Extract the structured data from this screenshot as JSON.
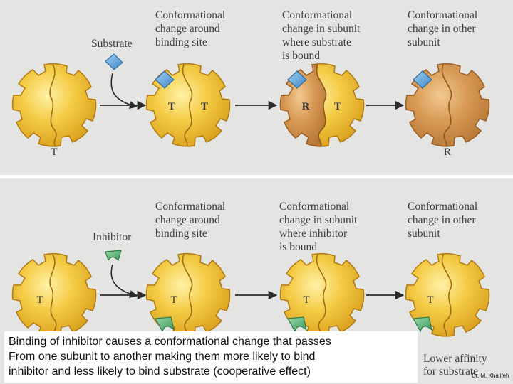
{
  "colors": {
    "panel_bg": "#e4e4e2",
    "subunit_T": "#f0c23a",
    "subunit_R": "#d3904a",
    "substrate": "#5ea5d8",
    "inhibitor": "#5cb177",
    "arrow": "#2b2b2b"
  },
  "top_row": {
    "substrate_label": "Substrate",
    "stage1_lines": [
      "Conformational",
      "change around",
      "binding site"
    ],
    "stage2_lines": [
      "Conformational",
      "change in subunit",
      "where substrate",
      "is bound"
    ],
    "stage3_lines": [
      "Conformational",
      "change in other",
      "subunit"
    ],
    "enzyme1_state": "T",
    "enzyme2_left": "T",
    "enzyme2_right": "T",
    "enzyme3_left": "R",
    "enzyme3_right": "T",
    "enzyme4_state": "R"
  },
  "bottom_row": {
    "inhibitor_label": "Inhibitor",
    "stage1_lines": [
      "Conformational",
      "change around",
      "binding site"
    ],
    "stage2_lines": [
      "Conformational",
      "change in subunit",
      "where inhibitor",
      "is bound"
    ],
    "stage3_lines": [
      "Conformational",
      "change in other",
      "subunit"
    ],
    "enzyme1_state": "T",
    "enzyme2_state": "T",
    "enzyme3_state": "T",
    "enzyme4_state": "T",
    "affinity_lines": [
      "Lower affinity",
      "for substrate"
    ]
  },
  "caption_lines": [
    "Binding of inhibitor causes a conformational change that passes",
    "From one subunit to another making them more likely to bind",
    "inhibitor and less likely to bind substrate (cooperative effect)"
  ],
  "credit": "Dr. M. Khalifeh"
}
